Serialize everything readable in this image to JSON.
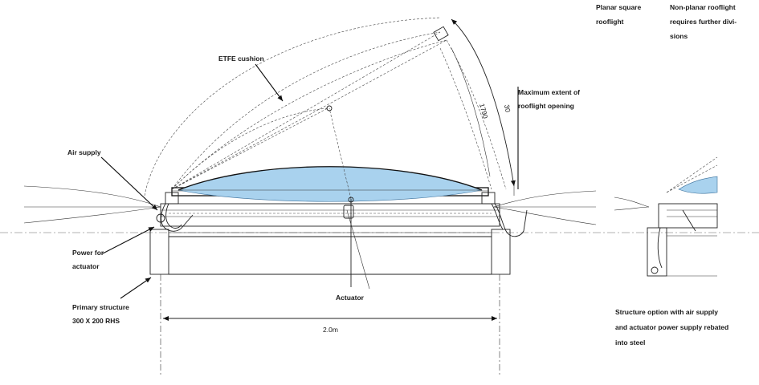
{
  "labels": {
    "etfe_cushion": "ETFE cushion",
    "air_supply": "Air supply",
    "power_line1": "Power for",
    "power_line2": "actuator",
    "primary_line1": "Primary structure",
    "primary_line2": "300 X 200 RHS",
    "actuator": "Actuator",
    "max_line1": "Maximum extent of",
    "max_line2": "rooflight opening",
    "planar_line1": "Planar square",
    "planar_line2": "rooflight",
    "nonplanar_line1": "Non-planar rooflight",
    "nonplanar_line2": "requires further divi-",
    "nonplanar_line3": "sions",
    "structure_line1": "Structure option with air supply",
    "structure_line2": "and actuator power supply rebated",
    "structure_line3": "into steel"
  },
  "dimensions": {
    "span": "2.0m",
    "arc_length": "1790",
    "angle": "30"
  },
  "colors": {
    "cushion_fill": "#a9d2ee",
    "line": "#222222"
  }
}
